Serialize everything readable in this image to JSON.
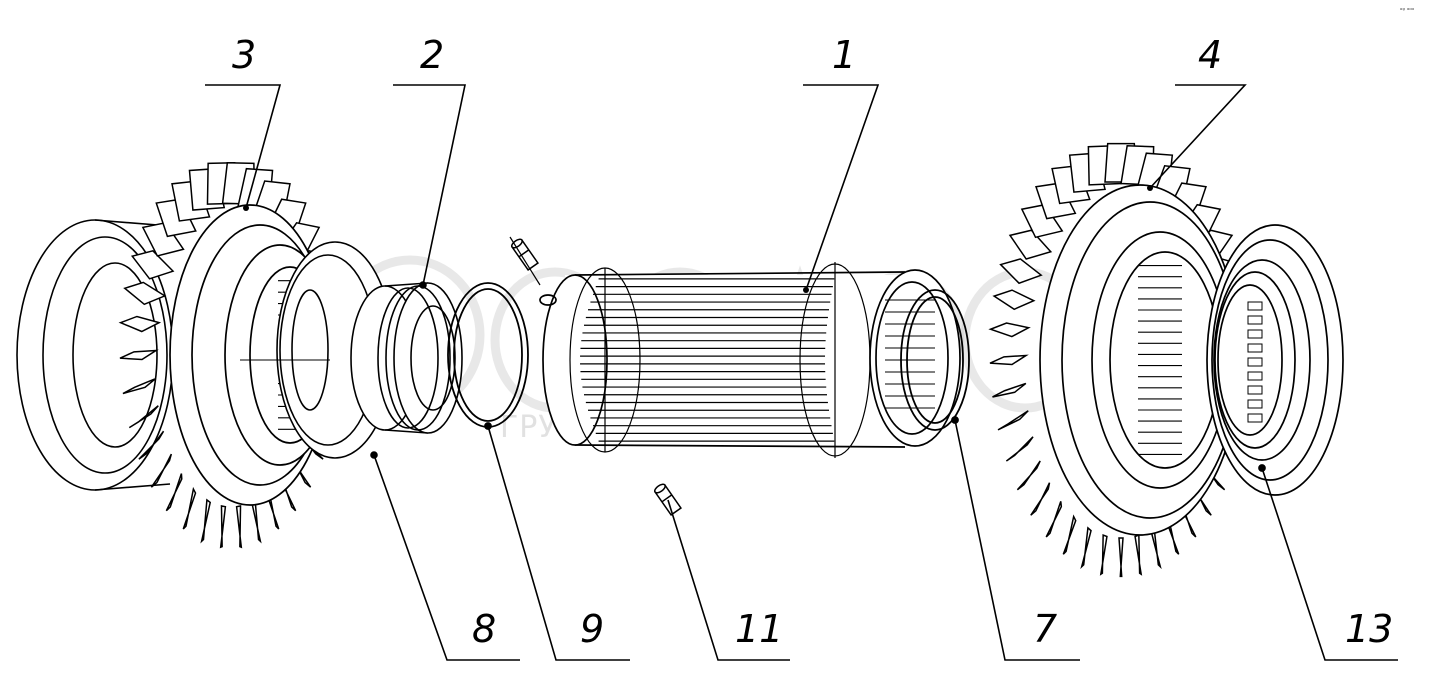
{
  "corner_mark": "ᵒᵍ ᵅᵅᵅ",
  "watermark": {
    "subtitle": "ГРУППА КОМПАНИЙ"
  },
  "callouts": [
    {
      "id": "3",
      "label": "3"
    },
    {
      "id": "2",
      "label": "2"
    },
    {
      "id": "1",
      "label": "1"
    },
    {
      "id": "4",
      "label": "4"
    },
    {
      "id": "8",
      "label": "8"
    },
    {
      "id": "9",
      "label": "9"
    },
    {
      "id": "11",
      "label": "11"
    },
    {
      "id": "7",
      "label": "7"
    },
    {
      "id": "13",
      "label": "13"
    }
  ],
  "parts": [
    "left-gear-3",
    "left-bearing",
    "ring-8",
    "sleeve-2",
    "snap-ring-9",
    "pin",
    "splined-shaft-1",
    "ring-7",
    "right-gear-4",
    "bearing-13"
  ]
}
